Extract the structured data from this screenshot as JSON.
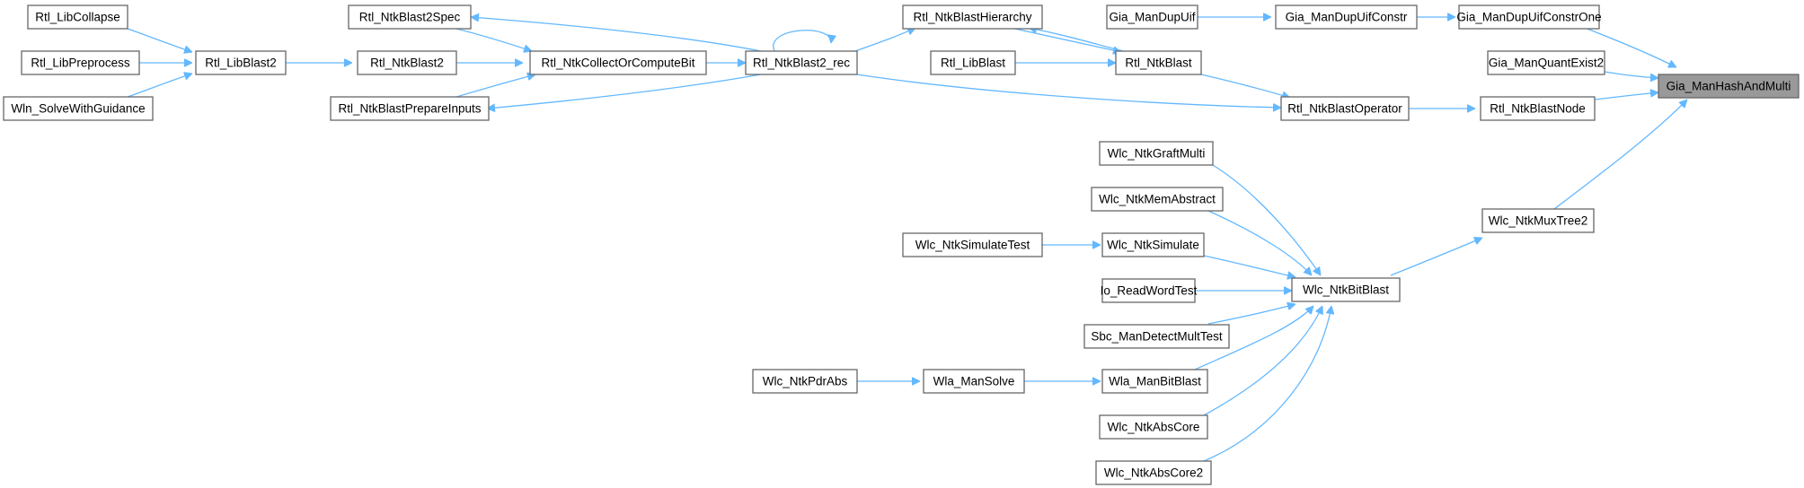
{
  "colors": {
    "edge": "#63b8ff",
    "node_border": "#666666",
    "root_fill": "#999999",
    "node_fill": "#ffffff"
  },
  "nodes": [
    {
      "id": "gia_manhashandmulti",
      "label": "Gia_ManHashAndMulti",
      "root": true
    },
    {
      "id": "gia_manquantexist2",
      "label": "Gia_ManQuantExist2"
    },
    {
      "id": "gia_mandupuifconstrone",
      "label": "Gia_ManDupUifConstrOne"
    },
    {
      "id": "gia_mandupuifconstr",
      "label": "Gia_ManDupUifConstr"
    },
    {
      "id": "gia_mandupuif",
      "label": "Gia_ManDupUif"
    },
    {
      "id": "rtl_ntkblastnode",
      "label": "Rtl_NtkBlastNode"
    },
    {
      "id": "rtl_ntkblastoperator",
      "label": "Rtl_NtkBlastOperator"
    },
    {
      "id": "rtl_ntkblast",
      "label": "Rtl_NtkBlast"
    },
    {
      "id": "rtl_ntkblasthierarchy",
      "label": "Rtl_NtkBlastHierarchy"
    },
    {
      "id": "rtl_libblast",
      "label": "Rtl_LibBlast"
    },
    {
      "id": "rtl_ntkblast2_rec",
      "label": "Rtl_NtkBlast2_rec"
    },
    {
      "id": "rtl_ntkcollectorcomputebit",
      "label": "Rtl_NtkCollectOrComputeBit"
    },
    {
      "id": "rtl_ntkblast2spec",
      "label": "Rtl_NtkBlast2Spec"
    },
    {
      "id": "rtl_ntkblastprepareinputs",
      "label": "Rtl_NtkBlastPrepareInputs"
    },
    {
      "id": "rtl_ntkblast2",
      "label": "Rtl_NtkBlast2"
    },
    {
      "id": "rtl_libblast2",
      "label": "Rtl_LibBlast2"
    },
    {
      "id": "rtl_libcollapse",
      "label": "Rtl_LibCollapse"
    },
    {
      "id": "rtl_libpreprocess",
      "label": "Rtl_LibPreprocess"
    },
    {
      "id": "wln_solvewithguidance",
      "label": "Wln_SolveWithGuidance"
    },
    {
      "id": "wlc_ntkmuxtree2",
      "label": "Wlc_NtkMuxTree2"
    },
    {
      "id": "wlc_ntkbitblast",
      "label": "Wlc_NtkBitBlast"
    },
    {
      "id": "wlc_ntkgraftmulti",
      "label": "Wlc_NtkGraftMulti"
    },
    {
      "id": "wlc_ntkmemabstract",
      "label": "Wlc_NtkMemAbstract"
    },
    {
      "id": "wlc_ntksimulate",
      "label": "Wlc_NtkSimulate"
    },
    {
      "id": "wlc_ntksimulatetest",
      "label": "Wlc_NtkSimulateTest"
    },
    {
      "id": "io_readwordtest",
      "label": "Io_ReadWordTest"
    },
    {
      "id": "sbc_mandetectmulttest",
      "label": "Sbc_ManDetectMultTest"
    },
    {
      "id": "wla_manbitblast",
      "label": "Wla_ManBitBlast"
    },
    {
      "id": "wla_mansolve",
      "label": "Wla_ManSolve"
    },
    {
      "id": "wlc_ntkpdrabs",
      "label": "Wlc_NtkPdrAbs"
    },
    {
      "id": "wlc_ntkabscore",
      "label": "Wlc_NtkAbsCore"
    },
    {
      "id": "wlc_ntkabscore2",
      "label": "Wlc_NtkAbsCore2"
    }
  ]
}
